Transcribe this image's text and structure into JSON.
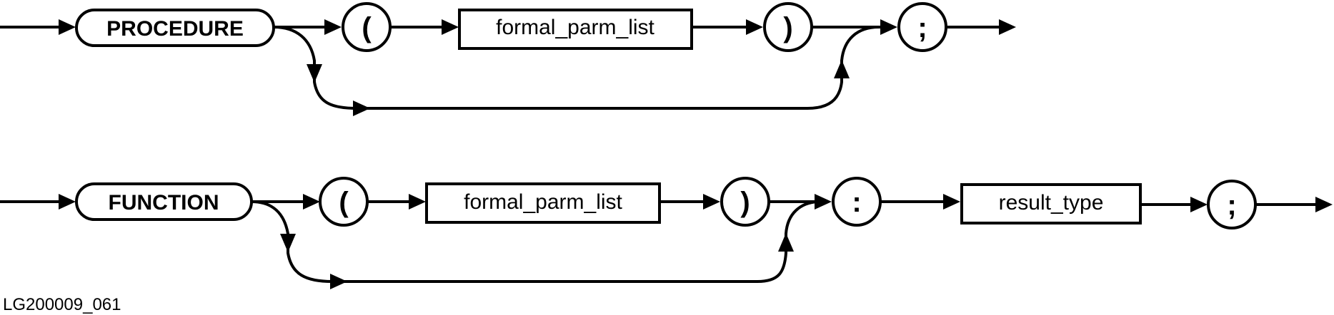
{
  "procedure": {
    "keyword": "PROCEDURE",
    "open_paren": "(",
    "param": "formal_parm_list",
    "close_paren": ")",
    "semicolon": ";"
  },
  "function": {
    "keyword": "FUNCTION",
    "open_paren": "(",
    "param": "formal_parm_list",
    "close_paren": ")",
    "colon": ":",
    "result": "result_type",
    "semicolon": ";"
  },
  "figure_id": "LG200009_061"
}
